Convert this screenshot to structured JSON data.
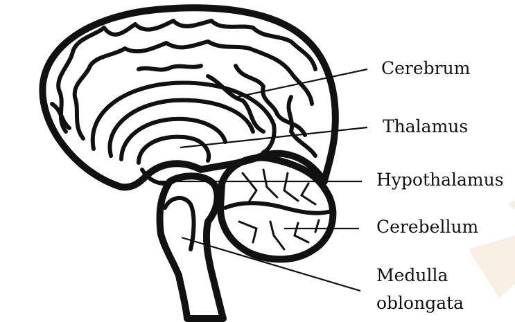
{
  "labels": {
    "cerebrum": "Cerebrum",
    "thalamus": "Thalamus",
    "hypothalamus": "Hypothalamus",
    "cerebellum": "Cerebellum",
    "medulla_line1": "Medulla",
    "medulla_line2": "oblongata"
  },
  "colors": {
    "ink": "#111111",
    "background": "#ffffff",
    "accent_shape": "#f6efe2"
  }
}
